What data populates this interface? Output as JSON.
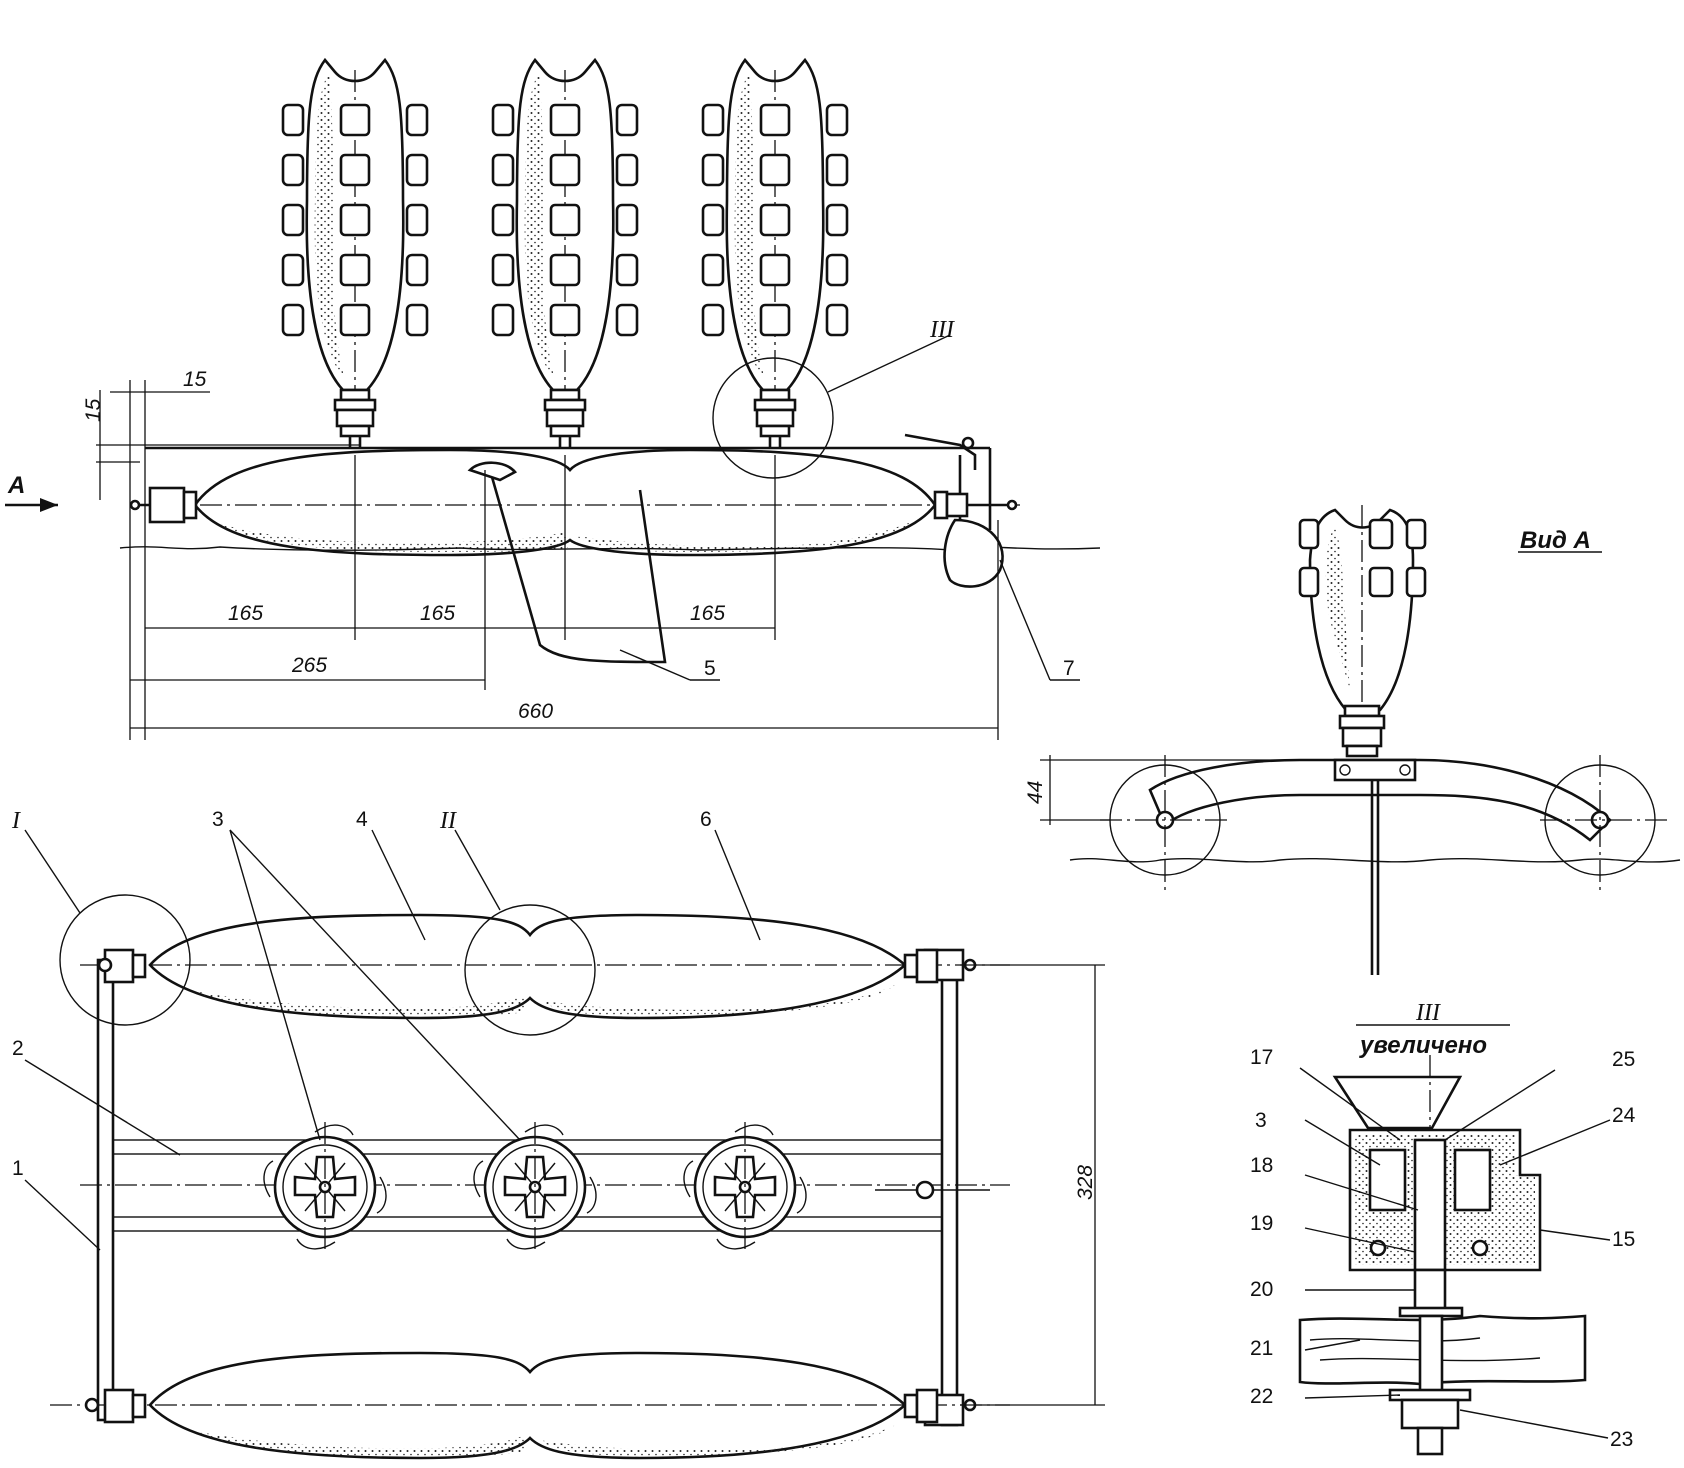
{
  "view_arrow_label": "A",
  "dimensions": {
    "d15_horizontal": "15",
    "d15_vertical": "15",
    "d165_a": "165",
    "d165_b": "165",
    "d165_c": "165",
    "d265": "265",
    "d660": "660",
    "d44": "44",
    "d328": "328"
  },
  "roman_marks": {
    "detail_I": "I",
    "detail_II": "II",
    "detail_III": "III"
  },
  "view_a_title": "Вид А",
  "enlarged_view": {
    "title": "III",
    "subtitle": "увеличено"
  },
  "part_labels": {
    "p1": "1",
    "p2": "2",
    "p3": "3",
    "p4": "4",
    "p5": "5",
    "p6": "6",
    "p7": "7",
    "p3b": "3",
    "p15": "15",
    "p17": "17",
    "p18": "18",
    "p19": "19",
    "p20": "20",
    "p21": "21",
    "p22": "22",
    "p23": "23",
    "p24": "24",
    "p25": "25"
  }
}
